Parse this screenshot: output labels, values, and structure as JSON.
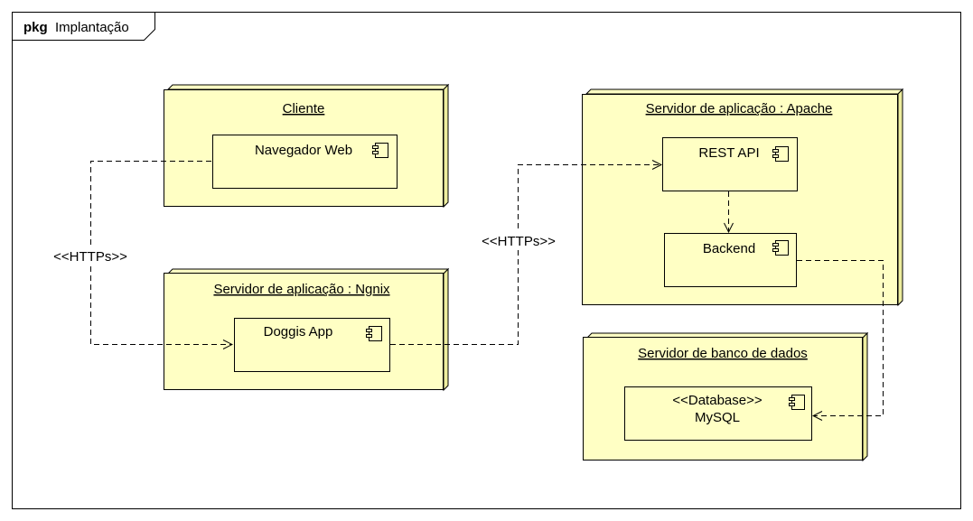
{
  "frame": {
    "keyword": "pkg",
    "name": "Implantação"
  },
  "colors": {
    "node_fill": "#ffffc4",
    "node_side": "#eded9e",
    "stroke": "#000000",
    "background": "#ffffff"
  },
  "nodes": {
    "cliente": {
      "title": "Cliente"
    },
    "nginx": {
      "title": "Servidor de aplicação : Ngnix"
    },
    "apache": {
      "title": "Servidor de aplicação : Apache"
    },
    "banco": {
      "title": "Servidor de banco de dados"
    }
  },
  "components": {
    "navegador": {
      "label": "Navegador Web",
      "icon": "component-icon"
    },
    "doggis": {
      "label": "Doggis App",
      "icon": "component-icon"
    },
    "rest_api": {
      "label": "REST API",
      "icon": "component-icon"
    },
    "backend": {
      "label": "Backend",
      "icon": "component-icon"
    },
    "mysql": {
      "stereotype": "<<Database>>",
      "label": "MySQL",
      "icon": "component-icon"
    }
  },
  "edges": {
    "navegador_to_doggis": {
      "label": "<<HTTPs>>"
    },
    "doggis_to_rest": {
      "label": "<<HTTPs>>"
    }
  }
}
